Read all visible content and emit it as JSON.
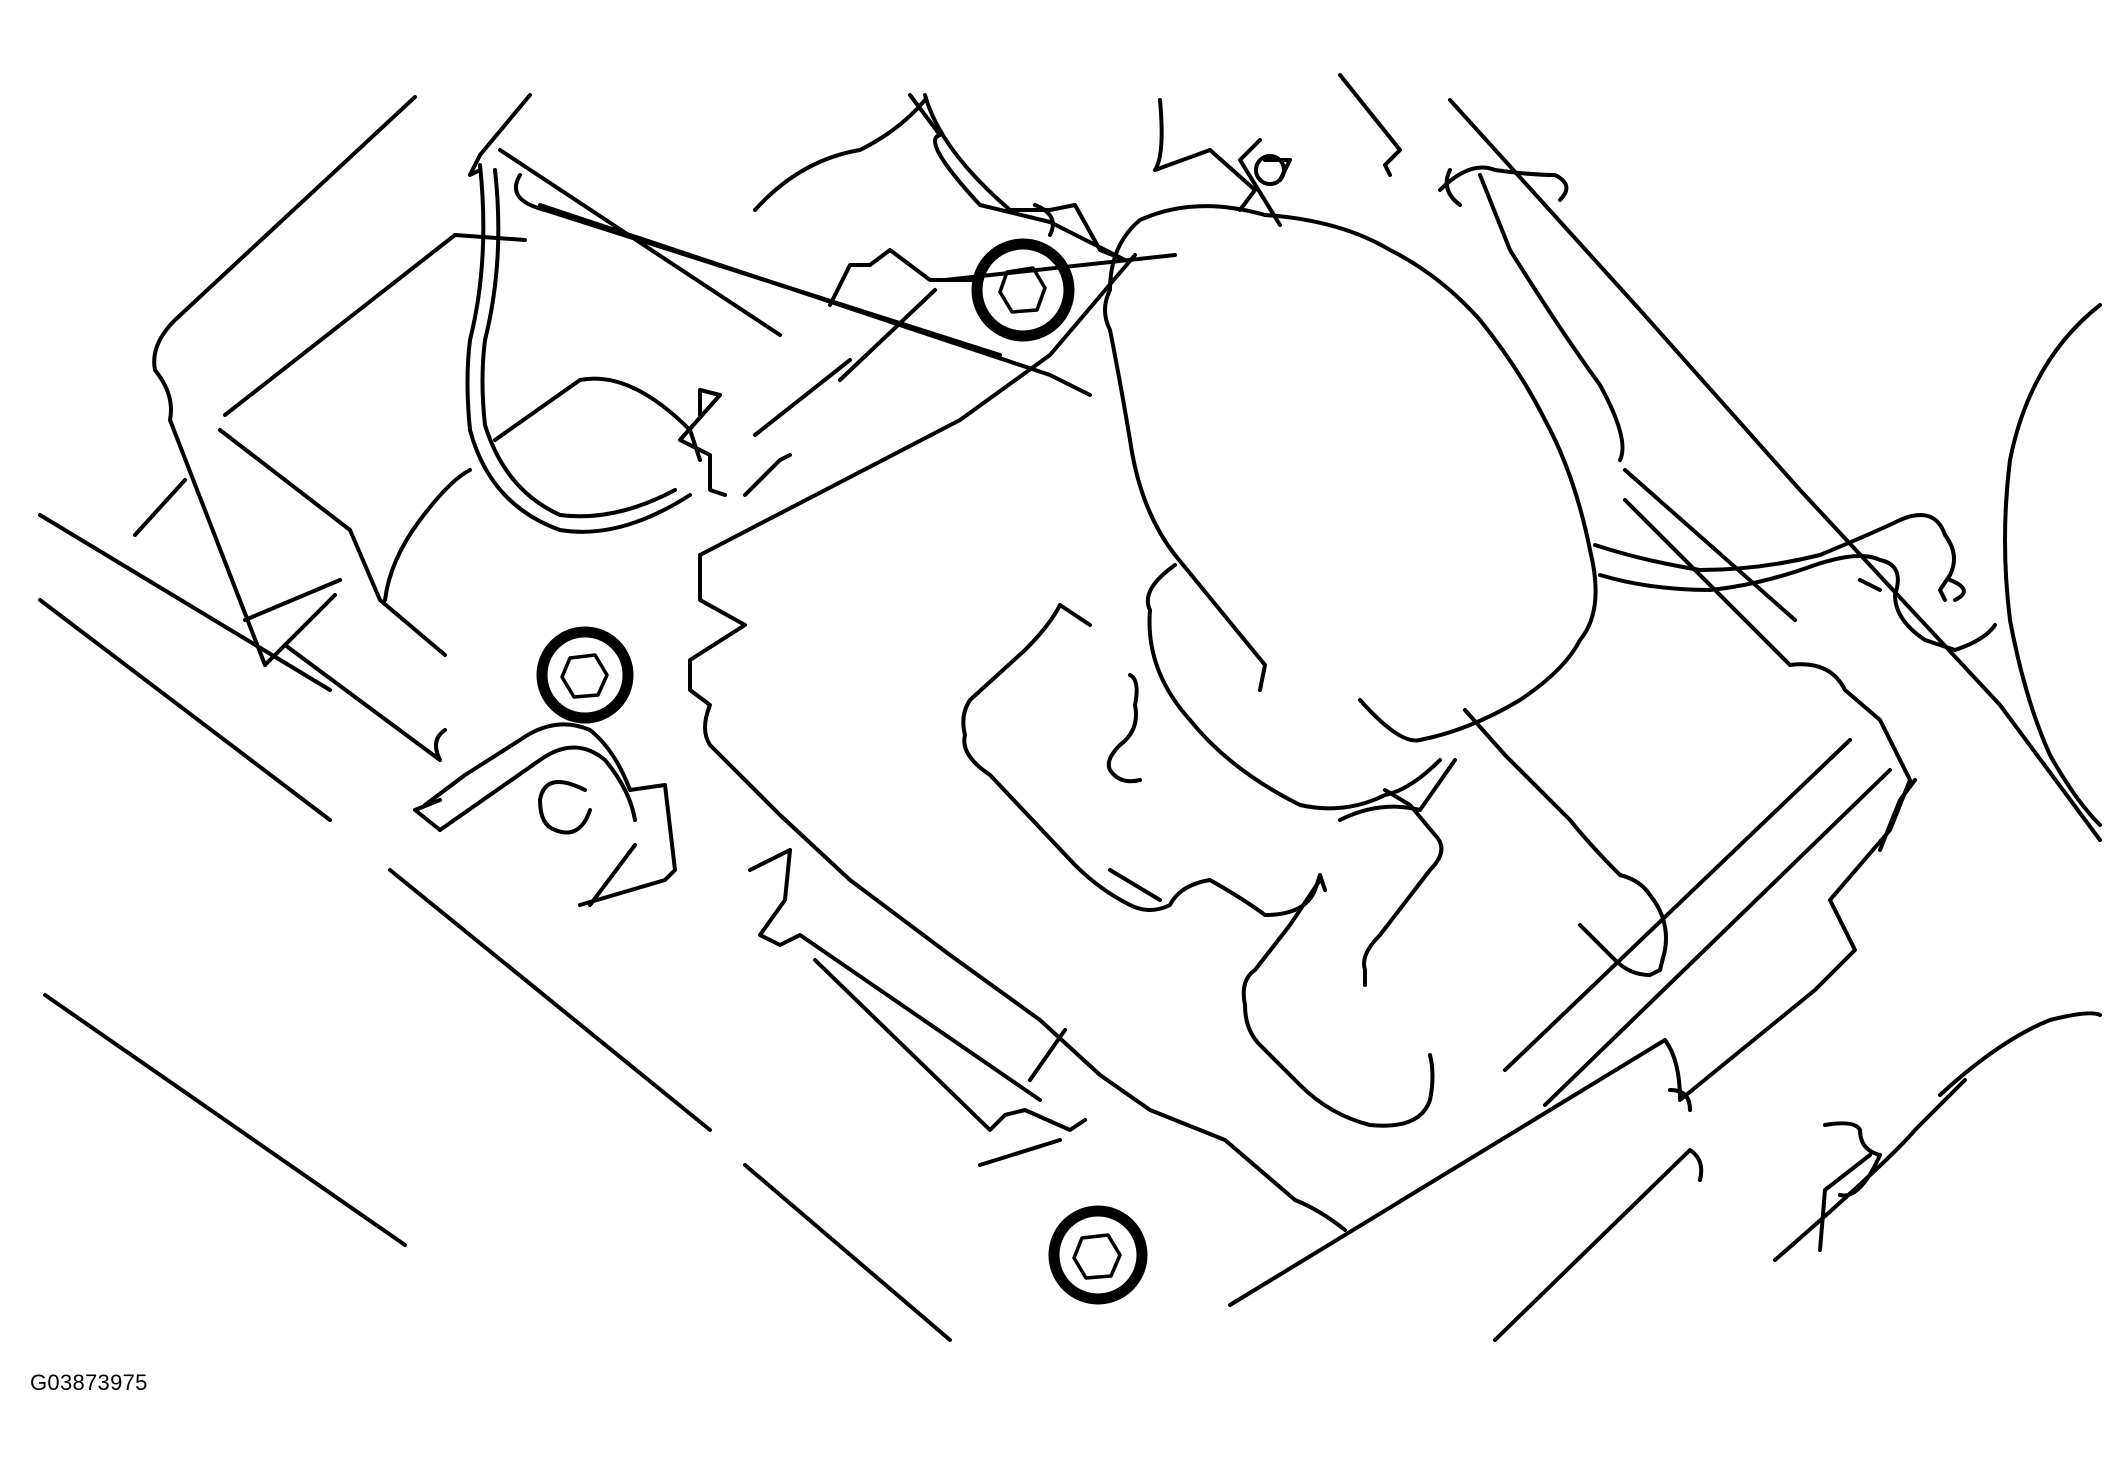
{
  "figure": {
    "code": "G03873975",
    "stroke_color": "#000000",
    "background_color": "#ffffff"
  },
  "bolts": [
    {
      "label": "bolt-upper-center"
    },
    {
      "label": "bolt-left-bracket"
    },
    {
      "label": "bolt-lower"
    }
  ]
}
